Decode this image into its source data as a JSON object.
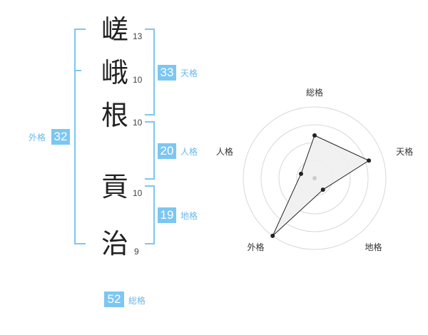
{
  "name": {
    "chars": [
      {
        "char": "嵯",
        "strokes": "13"
      },
      {
        "char": "峨",
        "strokes": "10"
      },
      {
        "char": "根",
        "strokes": "10"
      },
      {
        "char": "貢",
        "strokes": "10"
      },
      {
        "char": "治",
        "strokes": "9"
      }
    ]
  },
  "kakusu": {
    "tenkaku": {
      "value": "33",
      "label": "天格"
    },
    "jinkaku": {
      "value": "20",
      "label": "人格"
    },
    "chikaku": {
      "value": "19",
      "label": "地格"
    },
    "gaikaku": {
      "value": "32",
      "label": "外格"
    },
    "soukaku": {
      "value": "52",
      "label": "総格"
    }
  },
  "chart_data": {
    "type": "radar",
    "axes": [
      "総格",
      "天格",
      "地格",
      "外格",
      "人格"
    ],
    "values": [
      3,
      4,
      1,
      5,
      1
    ],
    "rmax": 5,
    "rings": 4,
    "colors": {
      "grid": "#d8d8d8",
      "fill": "#f0f0f0",
      "line": "#222222",
      "center": "#cccccc",
      "accent": "#7cc6f2"
    }
  }
}
